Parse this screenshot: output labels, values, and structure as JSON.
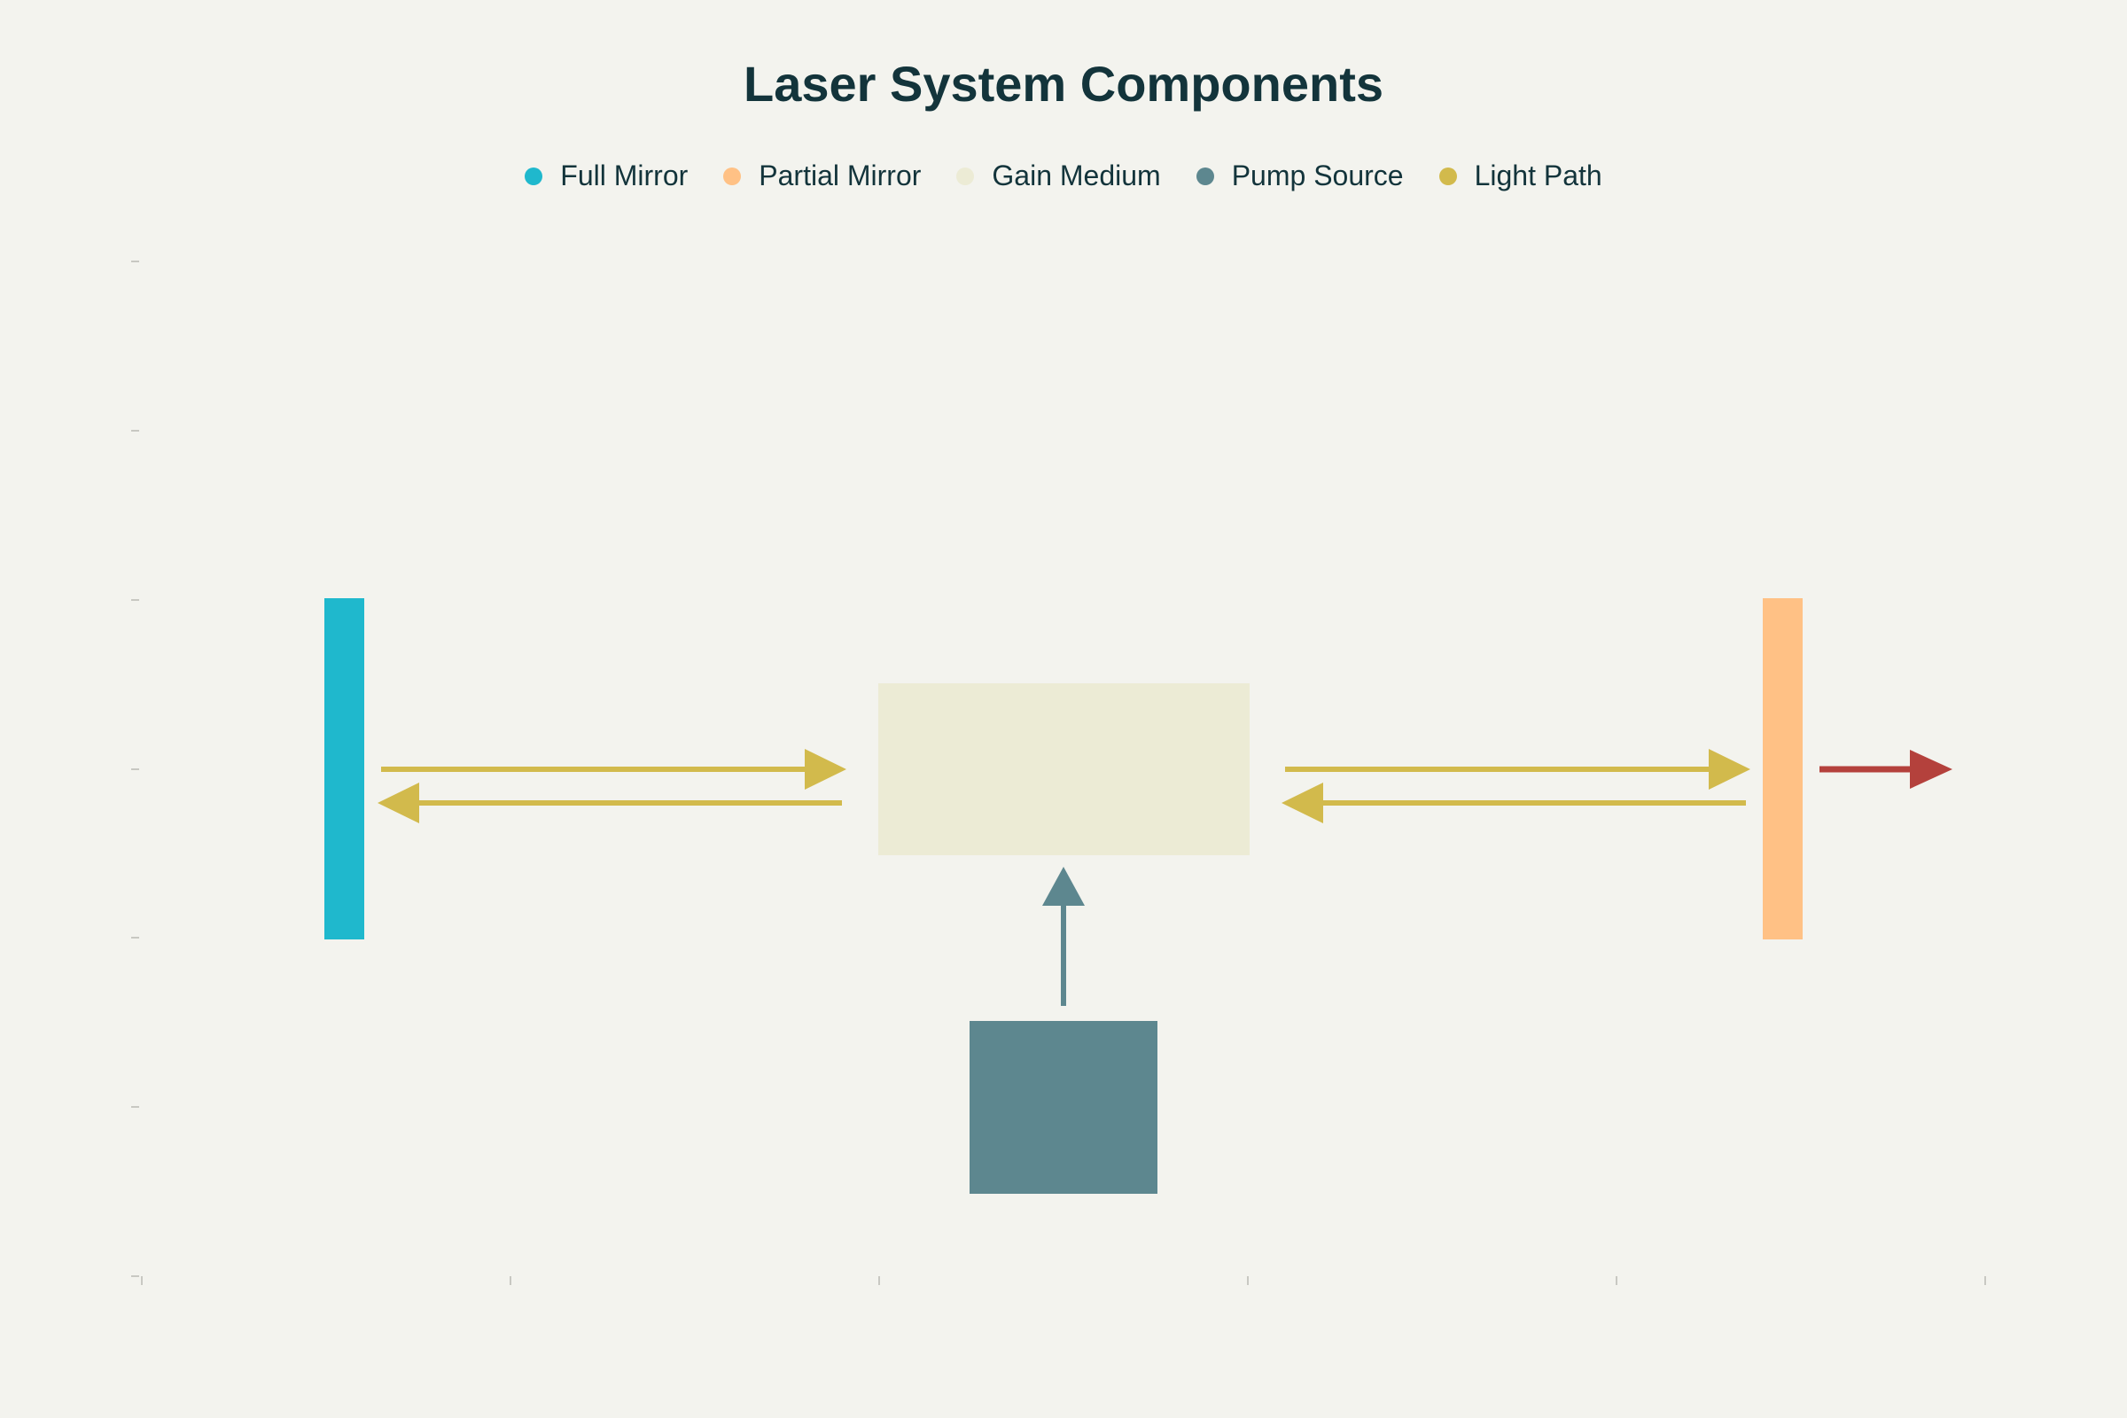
{
  "title": "Laser System Components",
  "legend": [
    {
      "label": "Full Mirror",
      "color": "#1fb8cd"
    },
    {
      "label": "Partial Mirror",
      "color": "#ffc185"
    },
    {
      "label": "Gain Medium",
      "color": "#ecebd5"
    },
    {
      "label": "Pump Source",
      "color": "#5d878f"
    },
    {
      "label": "Light Path",
      "color": "#d2ba4c"
    }
  ],
  "colors": {
    "background": "#f3f3ee",
    "output_beam": "#b4413c",
    "tick": "#c8c8c2"
  }
}
